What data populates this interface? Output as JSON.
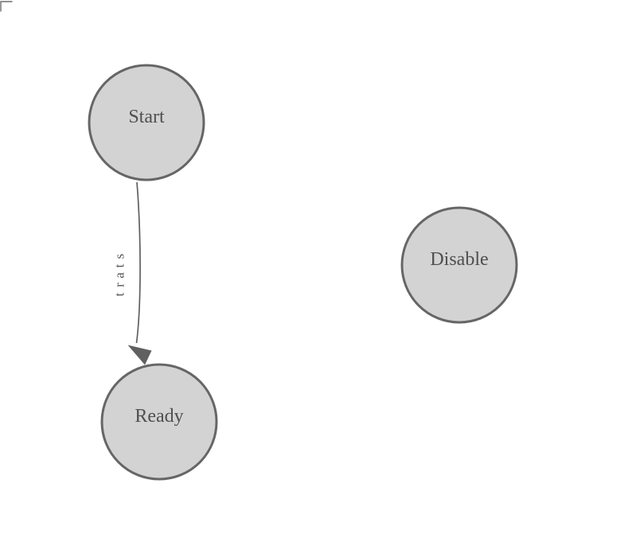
{
  "diagram": {
    "type": "state-machine",
    "background": "#ffffff",
    "node_fill": "#d3d3d3",
    "node_stroke": "#666666",
    "node_label_color": "#4f4f4f",
    "edge_color": "#606060",
    "edge_label_color": "#555555",
    "corner_mark_color": "#6b6b6b",
    "nodes": [
      {
        "id": "start",
        "label": "Start"
      },
      {
        "id": "ready",
        "label": "Ready"
      },
      {
        "id": "disable",
        "label": "Disable"
      }
    ],
    "edges": [
      {
        "from": "Start",
        "to": "Ready",
        "label": "start"
      }
    ]
  }
}
